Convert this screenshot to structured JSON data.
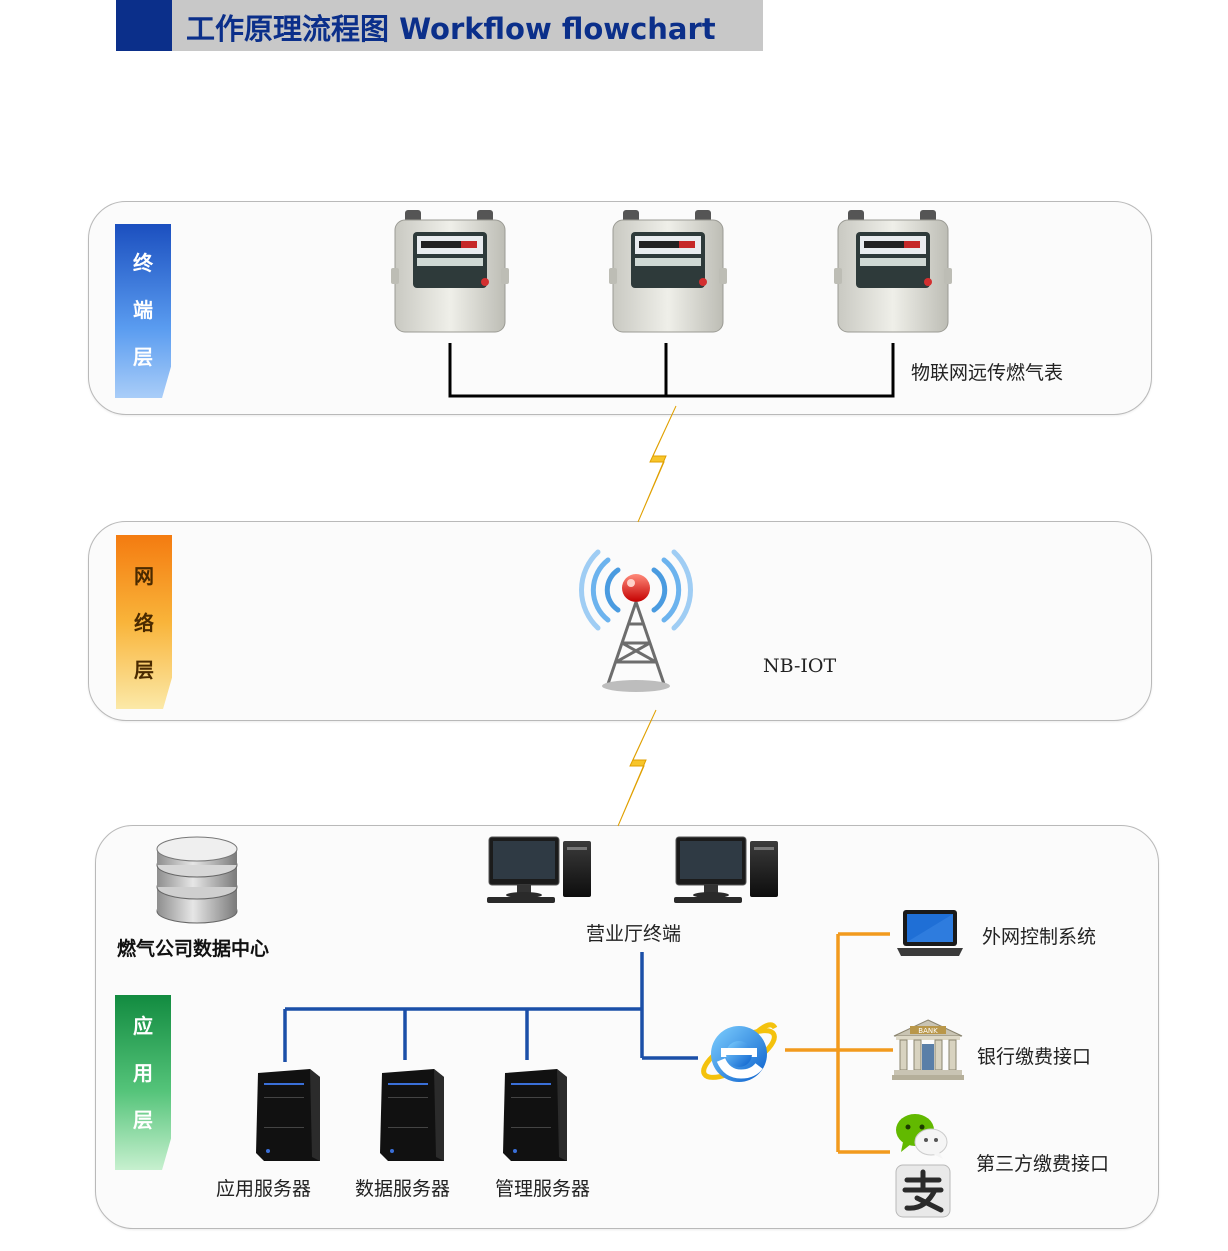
{
  "header": {
    "title": "工作原理流程图   Workflow flowchart"
  },
  "layers": {
    "terminal": {
      "chars": [
        "终",
        "端",
        "层"
      ]
    },
    "network": {
      "chars": [
        "网",
        "络",
        "层"
      ]
    },
    "application": {
      "chars": [
        "应",
        "用",
        "层"
      ]
    }
  },
  "terminal_layer": {
    "meter_label": "物联网远传燃气表"
  },
  "network_layer": {
    "tower_label": "NB-IOT"
  },
  "application_layer": {
    "data_center_label": "燃气公司数据中心",
    "hall_terminal_label": "营业厅终端",
    "servers": [
      {
        "label": "应用服务器"
      },
      {
        "label": "数据服务器"
      },
      {
        "label": "管理服务器"
      }
    ],
    "external_control_label": "外网控制系统",
    "bank_label": "银行缴费接口",
    "bank_sign": "BANK",
    "third_party_label": "第三方缴费接口"
  },
  "colors": {
    "header_blue": "#0b2f8a",
    "link_blue": "#1b4fa8",
    "link_orange": "#f29a1d",
    "bolt_yellow": "#f7c52a"
  },
  "icons": [
    "gas-meter-icon",
    "lightning-icon",
    "antenna-tower-icon",
    "database-icon",
    "desktop-computer-icon",
    "server-icon",
    "internet-explorer-icon",
    "laptop-icon",
    "bank-icon",
    "wechat-icon",
    "alipay-icon"
  ]
}
